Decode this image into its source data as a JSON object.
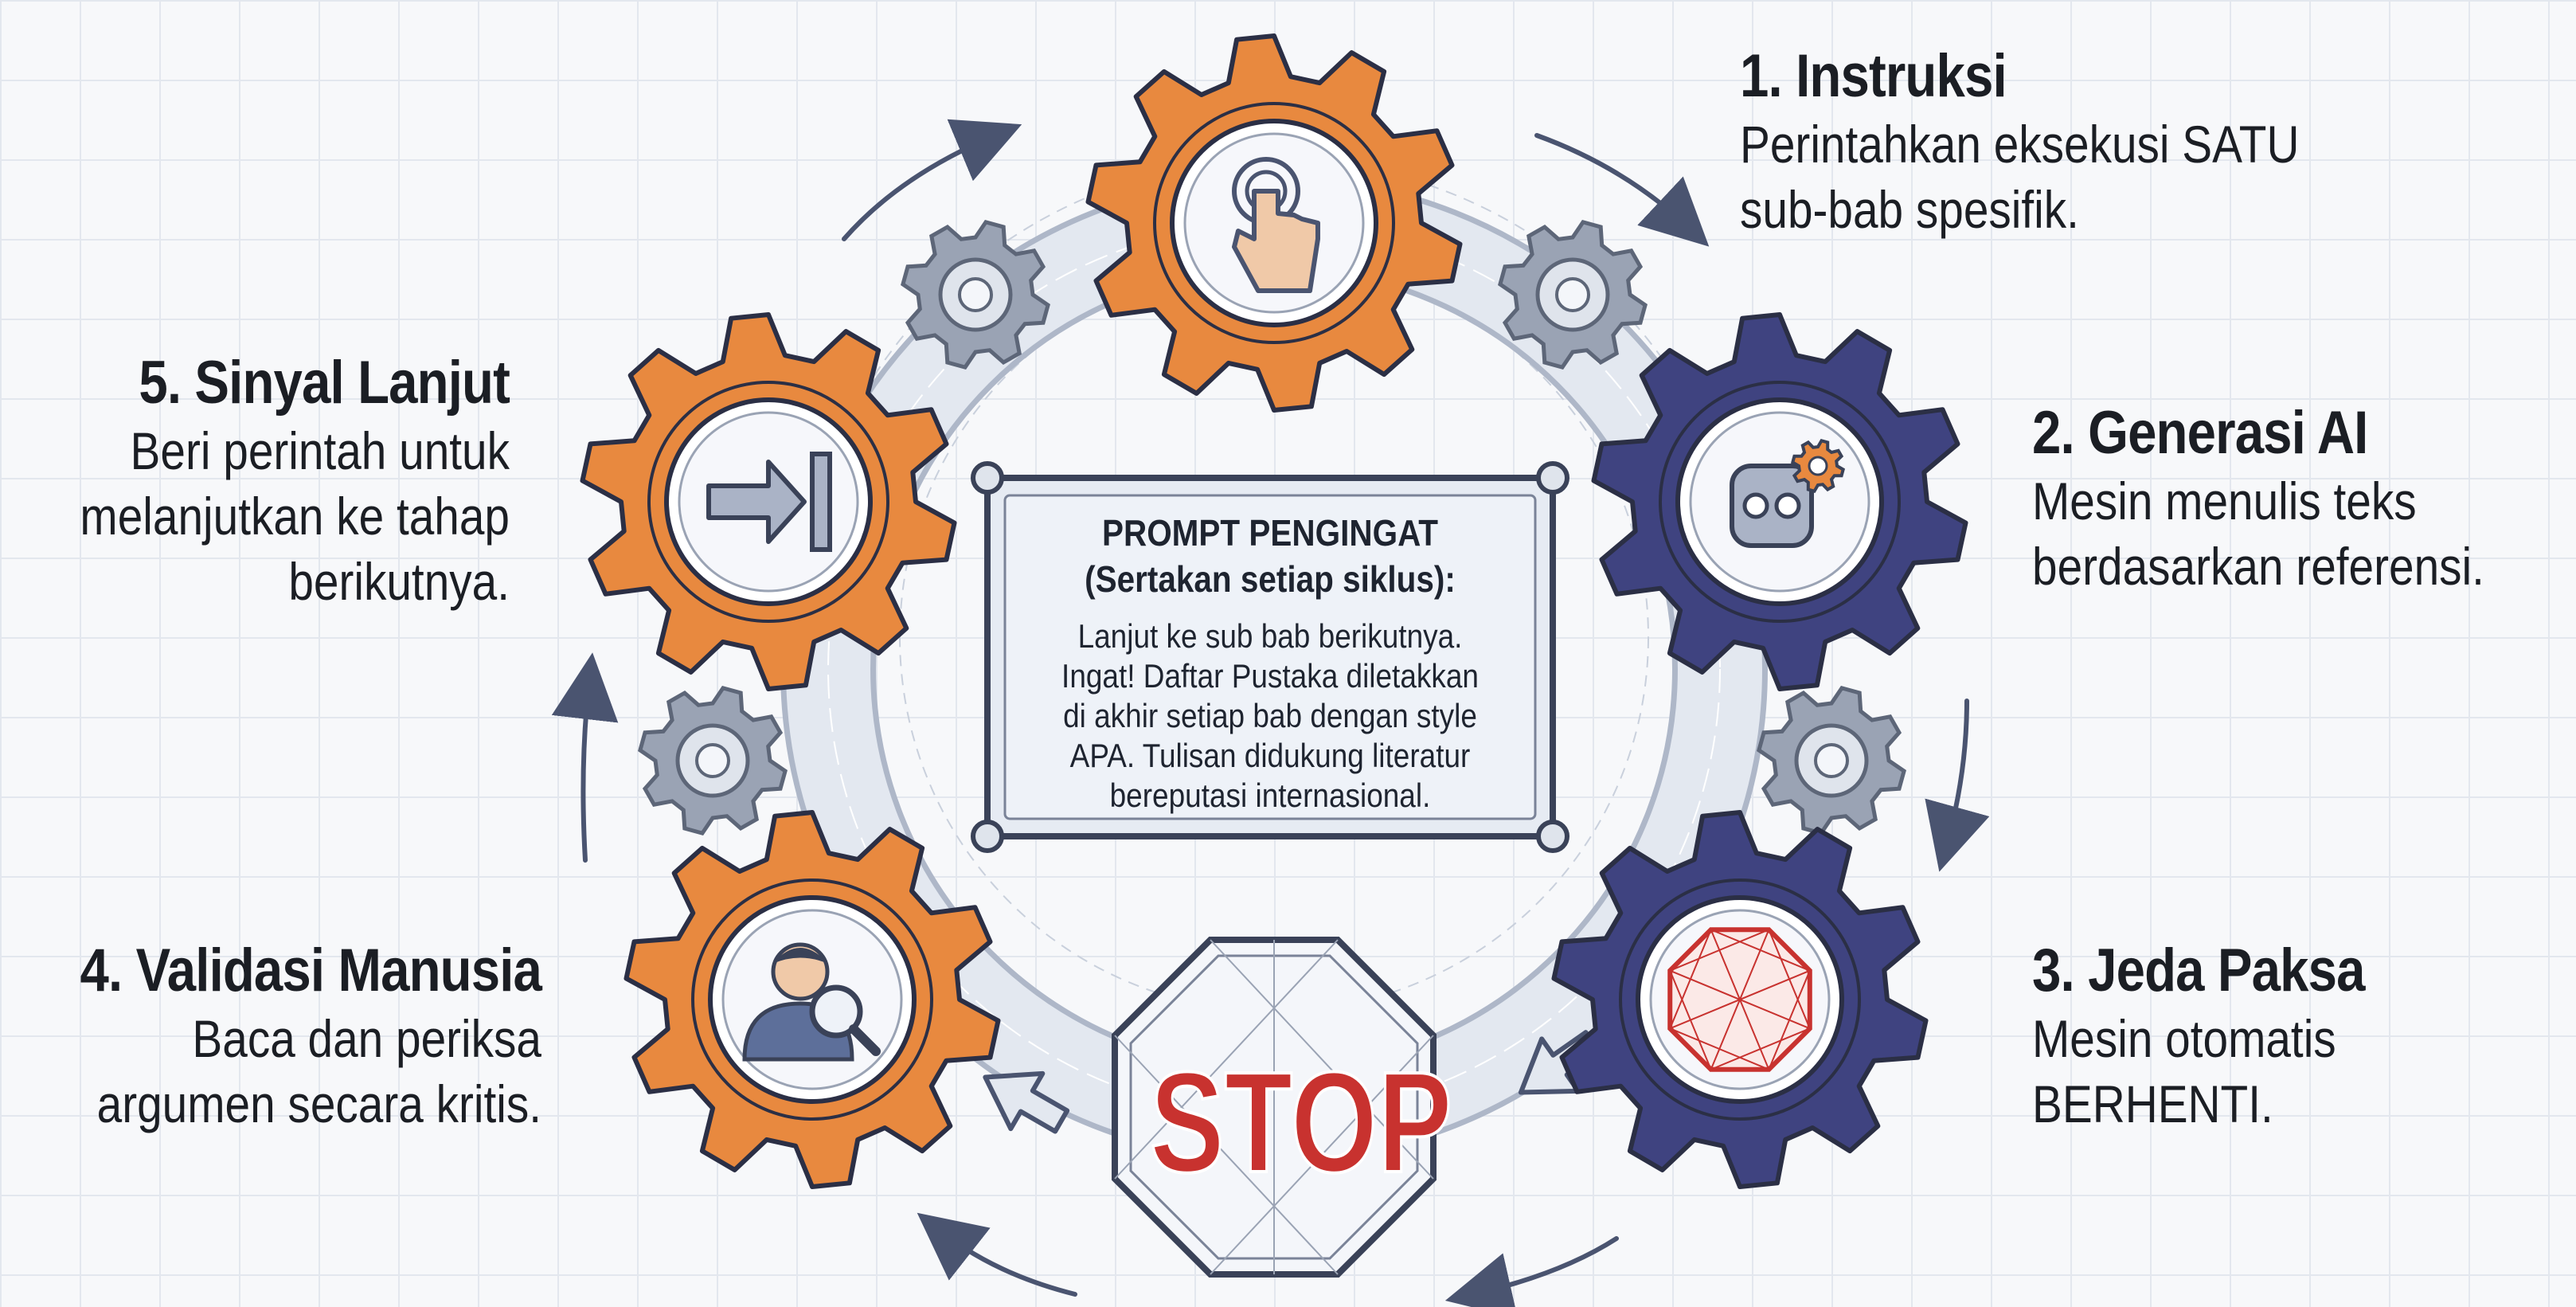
{
  "steps": [
    {
      "title": "1. Instruksi",
      "desc": [
        "Perintahkan eksekusi SATU",
        "sub-bab spesifik."
      ],
      "icon": "pointer-hand-icon"
    },
    {
      "title": "2. Generasi AI",
      "desc": [
        "Mesin menulis teks",
        "berdasarkan referensi."
      ],
      "icon": "robot-gear-icon"
    },
    {
      "title": "3. Jeda Paksa",
      "desc": [
        "Mesin otomatis",
        "BERHENTI."
      ],
      "icon": "octagon-stop-icon"
    },
    {
      "title": "4. Validasi Manusia",
      "desc": [
        "Baca dan periksa",
        "argumen secara kritis."
      ],
      "icon": "person-magnifier-icon"
    },
    {
      "title": "5. Sinyal Lanjut",
      "desc": [
        "Beri perintah untuk",
        "melanjutkan ke tahap",
        "berikutnya."
      ],
      "icon": "arrow-to-bar-icon"
    }
  ],
  "center": {
    "title": [
      "PROMPT PENGINGAT",
      "(Sertakan setiap siklus):"
    ],
    "body": [
      "Lanjut ke sub bab berikutnya.",
      "Ingat! Daftar Pustaka diletakkan",
      "di akhir setiap bab dengan style",
      "APA. Tulisan didukung literatur",
      "bereputasi internasional."
    ]
  },
  "stop_sign": {
    "text": "STOP"
  },
  "colors": {
    "orange_gear": "#e8893f",
    "navy_gear": "#3f4380",
    "small_gear": "#9aa3b4",
    "ring": "#dfe4ec",
    "stop_red": "#c8322f",
    "text": "#1b1e24"
  }
}
